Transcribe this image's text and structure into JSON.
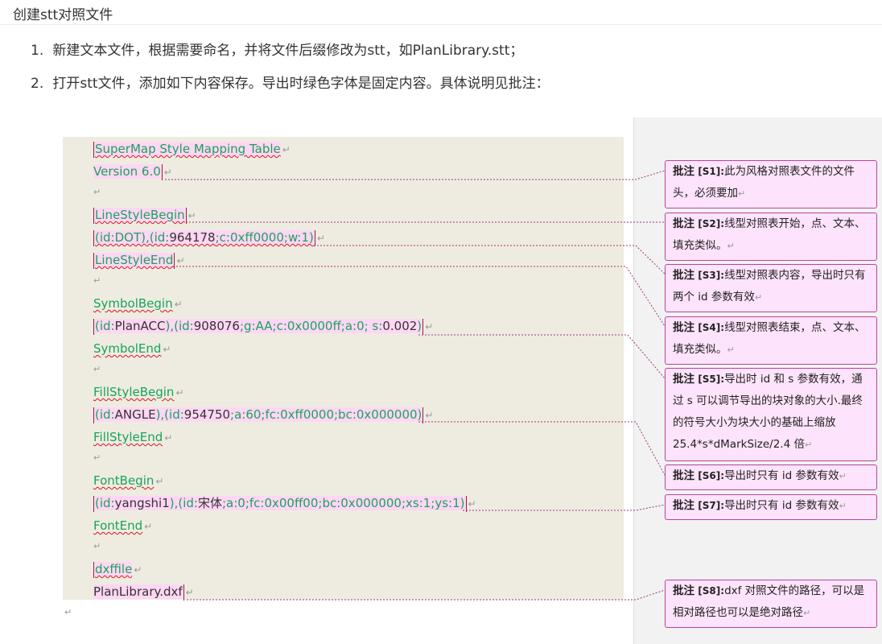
{
  "heading": "创建stt对照文件",
  "steps": [
    {
      "num": "1.",
      "text": "新建文本文件，根据需要命名，并将文件后缀修改为stt，如PlanLibrary.stt；"
    },
    {
      "num": "2.",
      "text": "打开stt文件，添加如下内容保存。导出时绿色字体是固定内容。具体说明见批注："
    }
  ],
  "mark": "↵",
  "lines": {
    "l1": "SuperMap Style Mapping Table",
    "l2": "Version 6.0",
    "l4": "LineStyleBegin",
    "l5a": "(id:DOT)",
    "l5b": ",(id:",
    "l5c": "964178",
    "l5d": ";c:0xff0000;w:1)",
    "l6": "LineStyleEnd",
    "l8": "SymbolBegin",
    "l9a": "(id:",
    "l9b": "PlanACC",
    "l9c": "),(id:",
    "l9d": "908076",
    "l9e": ";g:AA;c:0x0000ff;a:0; s:",
    "l9f": "0.002",
    "l9g": ")",
    "l10": "SymbolEnd",
    "l12": "FillStyleBegin",
    "l13a": "(id:",
    "l13b": "ANGLE",
    "l13c": "),(id:",
    "l13d": "954750",
    "l13e": ";a:60;fc:0xff0000;bc:0x000000)",
    "l14": "FillStyleEnd",
    "l16": "FontBegin",
    "l17a": "(id:",
    "l17b": "yangshi1",
    "l17c": "),(id:",
    "l17d": "宋体",
    "l17e": ";a:0;fc:0x00ff00;bc:0x000000;xs:1;ys:1)",
    "l18": "FontEnd",
    "l20": "dxffile",
    "l21": "PlanLibrary.dxf"
  },
  "comments": [
    {
      "label": "批注",
      "tag": "[S1]:",
      "text": "此为风格对照表文件的文件头，必须要加"
    },
    {
      "label": "批注",
      "tag": "[S2]:",
      "text": "线型对照表开始，点、文本、填充类似。"
    },
    {
      "label": "批注",
      "tag": "[S3]:",
      "text": "线型对照表内容，导出时只有两个 id 参数有效"
    },
    {
      "label": "批注",
      "tag": "[S4]:",
      "text": "线型对照表结束，点、文本、填充类似。"
    },
    {
      "label": "批注",
      "tag": "[S5]:",
      "text": "导出时 id 和 s 参数有效，通过 s 可以调节导出的块对象的大小.最终的符号大小为块大小的基础上缩放 25.4*s*dMarkSize/2.4 倍"
    },
    {
      "label": "批注",
      "tag": "[S6]:",
      "text": "导出时只有 id 参数有效"
    },
    {
      "label": "批注",
      "tag": "[S7]:",
      "text": "导出时只有 id 参数有效"
    },
    {
      "label": "批注",
      "tag": "[S8]:",
      "text": "dxf 对照文件的路径，可以是相对路径也可以是绝对路径"
    }
  ],
  "colors": {
    "fixed_text": "#19a35b",
    "highlight": "#ffd6f4",
    "comment_border": "#b8449c"
  }
}
